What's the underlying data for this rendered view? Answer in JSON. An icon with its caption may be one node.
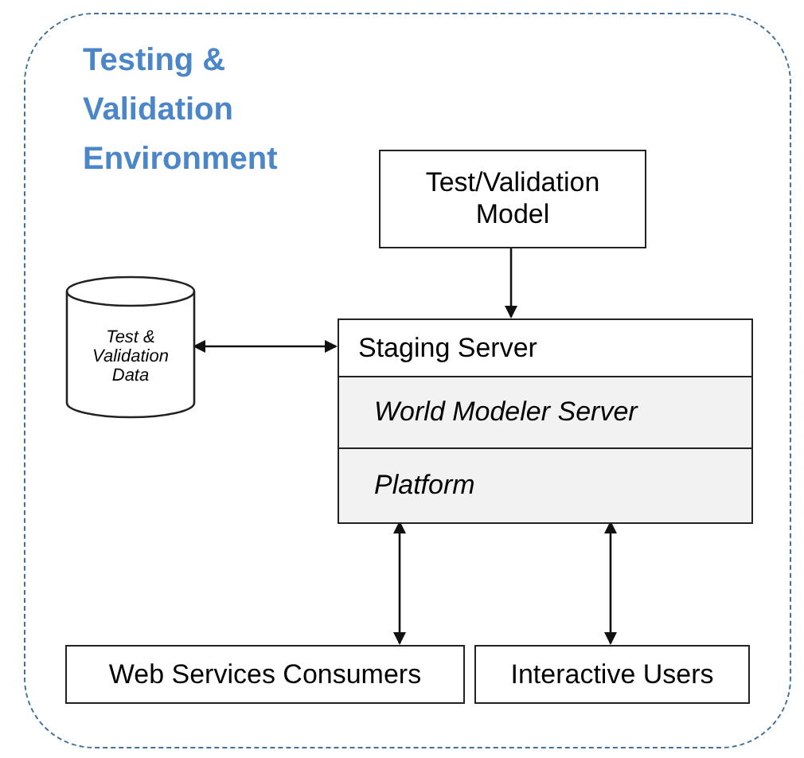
{
  "diagram": {
    "nodes": [
      {
        "text": [
          "Testing & Validation Environment"
        ]
      },
      {
        "text": [
          "Test/Validation Model"
        ],
        "in": 0
      },
      {
        "text": [
          "Test & Validation Data"
        ],
        "in": 0
      },
      {
        "text": [
          "Staging Server"
        ],
        "in": 0
      },
      {
        "text": [
          "World Modeler Server"
        ],
        "in": 0
      },
      {
        "text": [
          "Platform"
        ],
        "in": 0
      },
      {
        "text": [
          "Web Services Consumers"
        ],
        "in": 0
      },
      {
        "text": [
          "Interactive Users"
        ],
        "in": 0
      }
    ],
    "edges": [
      {
        "from": 1,
        "to": 3,
        "arrow": "to"
      },
      {
        "from": 2,
        "to": 3,
        "arrow": "both"
      },
      {
        "from": 5,
        "to": 6,
        "arrow": "both"
      },
      {
        "from": 5,
        "to": 7,
        "arrow": "both"
      }
    ]
  }
}
